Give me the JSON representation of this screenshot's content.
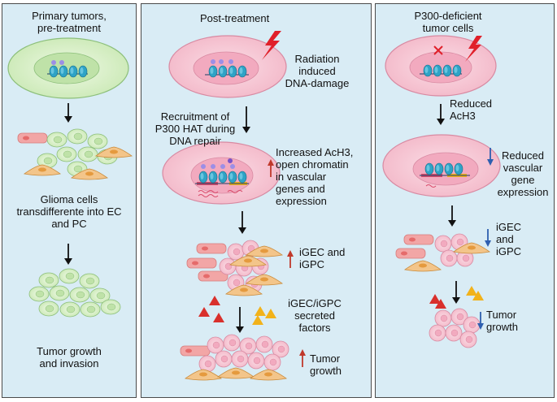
{
  "panels": {
    "left": {
      "title": "Primary tumors,\npre-treatment",
      "step2": "Glioma cells\ntransdifferente into EC\nand PC",
      "step3": "Tumor growth\nand invasion"
    },
    "middle": {
      "title": "Post-treatment",
      "radiation": "Radiation\ninduced\nDNA-damage",
      "recruitment": "Recruitment of\nP300 HAT during\nDNA repair",
      "chromatin": "Increased AcH3,\nopen chromatin\nin vascular\ngenes and\nexpression",
      "igec": "iGEC and\niGPC",
      "secreted": "iGEC/iGPC\nsecreted\nfactors",
      "growth": "Tumor\ngrowth"
    },
    "right": {
      "title": "P300-deficient\ntumor cells",
      "reduced_ach3": "Reduced\nAcH3",
      "reduced_expression": "Reduced\nvascular\ngene\nexpression",
      "igec": "iGEC\nand\niGPC",
      "growth": "Tumor\ngrowth"
    }
  },
  "colors": {
    "panel_bg": "#d9ecf5",
    "green_cell": "#d8f0c8",
    "pink_cell": "#f6c8d6",
    "orange_cell": "#f3c58a",
    "red_ec": "#f2a6a6",
    "up_arrow": "#c0392b",
    "down_arrow": "#2e5fb0",
    "lightning": "#e0202a",
    "triangle_red": "#d9302c",
    "triangle_yellow": "#f2b21a",
    "nucleosome": "#2fa3c6"
  },
  "icons": [
    "lightning-icon",
    "x-mark-icon",
    "up-arrow-icon",
    "down-arrow-icon",
    "chromatin-icon"
  ]
}
